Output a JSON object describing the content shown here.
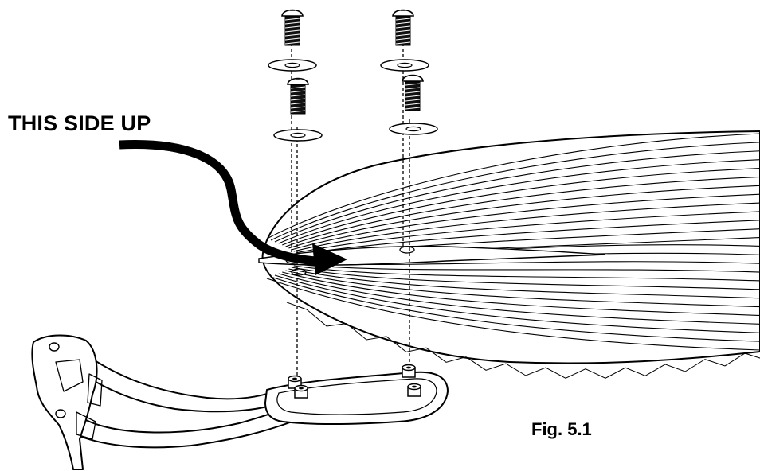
{
  "labels": {
    "orientation": "THIS SIDE UP",
    "figure": "Fig. 5.1"
  },
  "colors": {
    "ink": "#000000",
    "paper": "#ffffff"
  },
  "parts": {
    "screws": 4,
    "washers": 4,
    "standoffs": 4
  }
}
